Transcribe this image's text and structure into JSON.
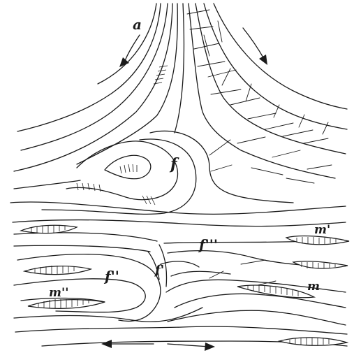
{
  "figure": {
    "labels": {
      "a": "a",
      "f": "f",
      "f_prime": "f'",
      "f_double": "f''",
      "f_triple": "f'''",
      "m_prime": "m'",
      "m": "m",
      "m_double": "m''"
    },
    "colors": {
      "ink": "#1a1a1a",
      "paper": "#ffffff"
    },
    "arrows": [
      "top-left-curved-arrow",
      "top-right-curved-arrow",
      "bottom-left-arrow",
      "bottom-right-arrow"
    ]
  }
}
